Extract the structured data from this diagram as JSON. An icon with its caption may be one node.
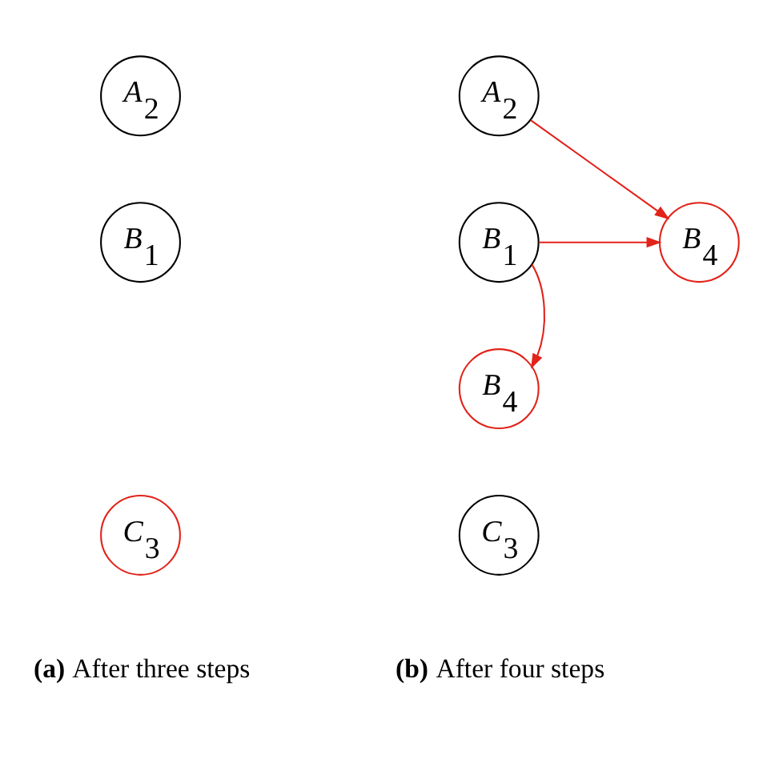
{
  "diagram": {
    "nodes": [
      {
        "text": [
          "*A*$_{2}$"
        ]
      },
      {
        "text": [
          "*B*$_{1}$"
        ]
      },
      {
        "text": [
          "*C*$_{3}$"
        ]
      },
      {
        "text": [
          "*A*$_{2}$"
        ]
      },
      {
        "text": [
          "*B*$_{1}$"
        ]
      },
      {
        "text": [
          "*B*$_{4}$"
        ]
      },
      {
        "text": [
          "*B*$_{4}$"
        ]
      },
      {
        "text": [
          "*C*$_{3}$"
        ]
      }
    ],
    "edges": [
      {
        "from": 3,
        "to": 5,
        "arrow": "to",
        "color": "#e2231a"
      },
      {
        "from": 4,
        "to": 5,
        "arrow": "to",
        "color": "#e2231a"
      },
      {
        "from": 4,
        "to": 6,
        "arrow": "to",
        "color": "#e2231a"
      }
    ],
    "labels": [
      "**(a)** After three steps",
      "**(b)** After four steps"
    ]
  }
}
